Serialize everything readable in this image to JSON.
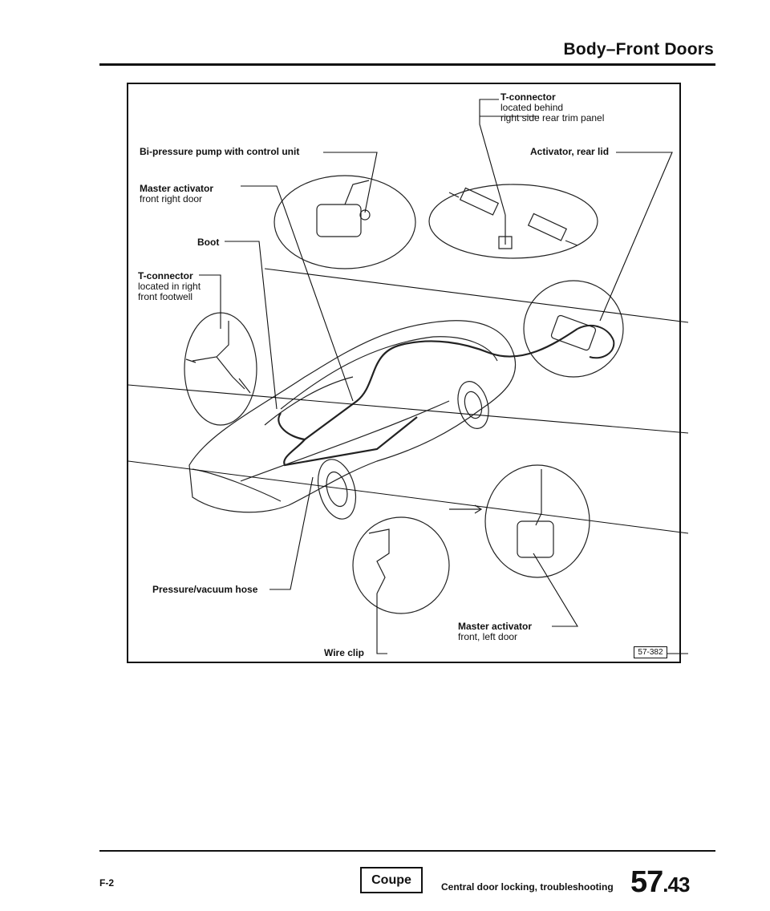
{
  "header": {
    "title": "Body–Front Doors"
  },
  "figure": {
    "labels": {
      "t_connector_rear": {
        "title": "T-connector",
        "line1": "located behind",
        "line2": "right side rear trim panel"
      },
      "bi_pressure_pump": {
        "title": "Bi-pressure pump with control unit"
      },
      "activator_rear_lid": {
        "title": "Activator, rear lid"
      },
      "master_activator_right": {
        "title": "Master activator",
        "line1": "front right door"
      },
      "boot": {
        "title": "Boot"
      },
      "t_connector_footwell": {
        "title": "T-connector",
        "line1": "located in right",
        "line2": "front footwell"
      },
      "pressure_vacuum_hose": {
        "title": "Pressure/vacuum hose"
      },
      "master_activator_left": {
        "title": "Master activator",
        "line1": "front, left door"
      },
      "wire_clip": {
        "title": "Wire clip"
      }
    },
    "ref_code": "57-382"
  },
  "footer": {
    "page_code": "F-2",
    "badge": "Coupe",
    "section_title": "Central door locking, troubleshooting",
    "page_number_main": "57",
    "page_number_sub": ".43"
  }
}
